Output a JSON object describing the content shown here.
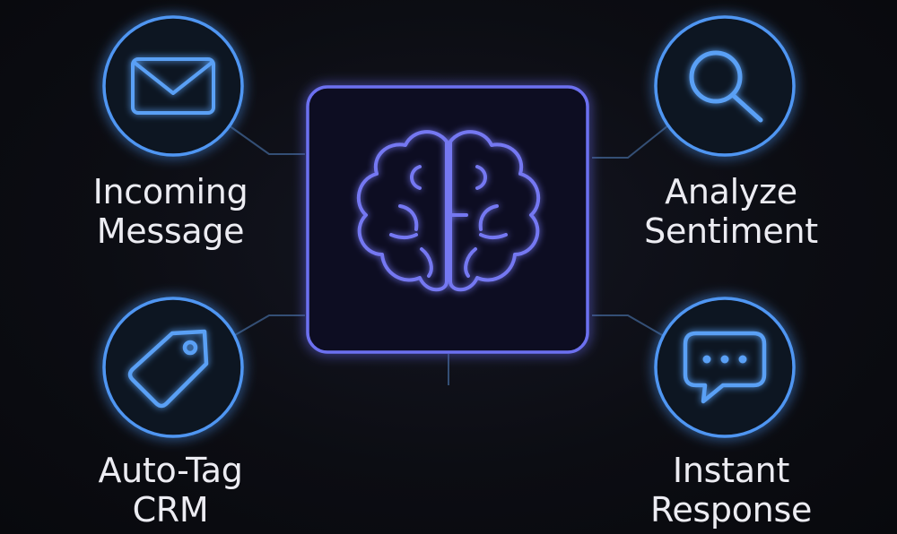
{
  "nodes": [
    {
      "id": "incoming",
      "icon": "envelope-icon",
      "lines": [
        "Incoming",
        "Message"
      ]
    },
    {
      "id": "analyze",
      "icon": "magnifier-icon",
      "lines": [
        "Analyze",
        "Sentiment"
      ]
    },
    {
      "id": "autotag",
      "icon": "tag-icon",
      "lines": [
        "Auto-Tag",
        "CRM"
      ]
    },
    {
      "id": "instant",
      "icon": "chat-bubble-icon",
      "lines": [
        "Instant",
        "Response"
      ]
    }
  ],
  "center": {
    "icon": "brain-icon"
  },
  "colors": {
    "background": "#0b0c11",
    "node_ring": "#4f96f2",
    "center_frame": "#6c6ff0",
    "connector": "#3b5a86",
    "text": "#ececf2"
  }
}
